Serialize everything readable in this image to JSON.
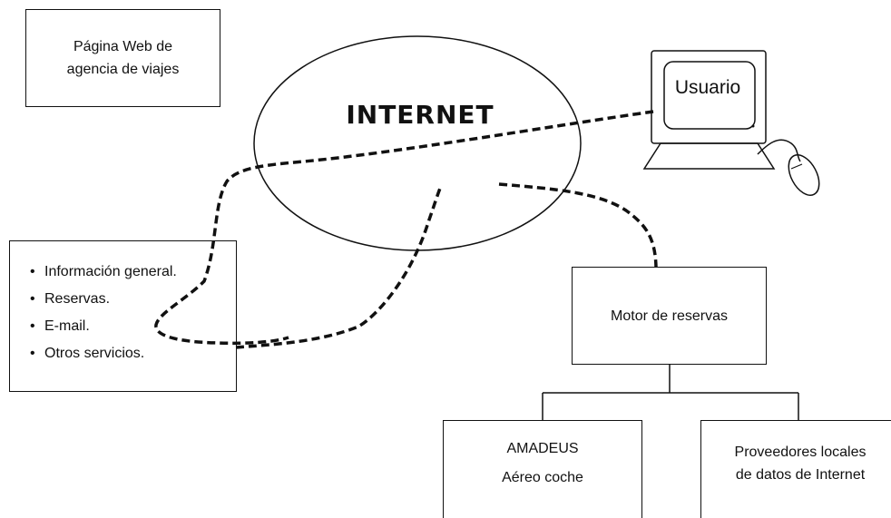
{
  "title_box": {
    "line1": "Página Web de",
    "line2": "agencia de viajes"
  },
  "internet_label": "INTERNET",
  "user_label": "Usuario",
  "services": [
    "Información general.",
    "Reservas.",
    "E-mail.",
    "Otros servicios."
  ],
  "bullet": "•",
  "booking_engine": "Motor de reservas",
  "amadeus": {
    "line1": "AMADEUS",
    "line2": "Aéreo coche"
  },
  "local_providers": {
    "line1": "Proveedores locales",
    "line2": "de datos de Internet"
  }
}
